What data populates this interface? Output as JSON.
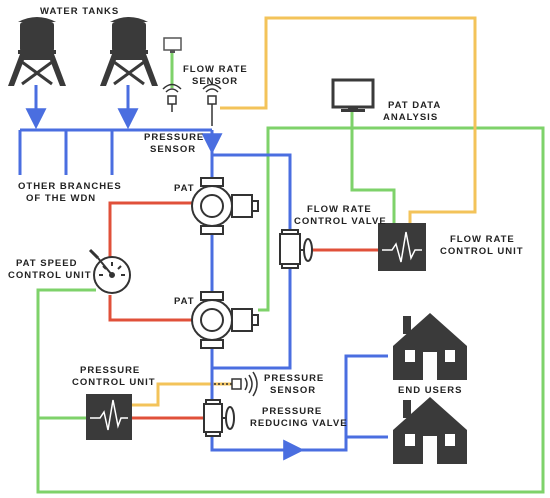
{
  "labels": {
    "water_tanks": "WATER TANKS",
    "flow_rate_sensor": [
      "FLOW RATE",
      "SENSOR"
    ],
    "pressure_sensor_top": [
      "PRESSURE",
      "SENSOR"
    ],
    "other_branches": [
      "OTHER BRANCHES",
      "OF THE WDN"
    ],
    "pat_upper": "PAT",
    "pat_lower": "PAT",
    "flow_rate_control_valve": [
      "FLOW RATE",
      "CONTROL VALVE"
    ],
    "flow_rate_control_unit": [
      "FLOW RATE",
      "CONTROL UNIT"
    ],
    "pat_data_analysis": [
      "PAT DATA",
      "ANALYSIS"
    ],
    "pat_speed_control_unit": [
      "PAT SPEED",
      "CONTROL UNIT"
    ],
    "pressure_control_unit": [
      "PRESSURE",
      "CONTROL UNIT"
    ],
    "pressure_sensor_bottom": [
      "PRESSURE",
      "SENSOR"
    ],
    "pressure_reducing_valve": [
      "PRESSURE",
      "REDUCING VALVE"
    ],
    "end_users": "END USERS"
  },
  "colors": {
    "water_pipe": "#4a6ee0",
    "signal_green": "#7ed26a",
    "signal_yellow": "#f3c35a",
    "control_red": "#e0503a",
    "device_dark": "#3a3a3a"
  }
}
